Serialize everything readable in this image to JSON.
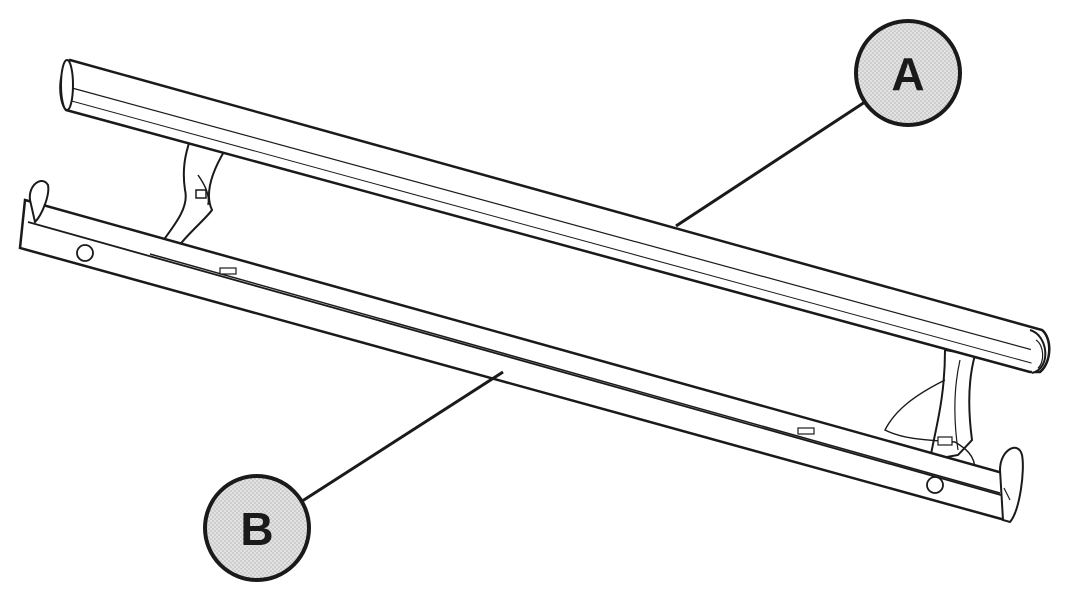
{
  "diagram": {
    "callouts": [
      {
        "id": "A",
        "label": "A"
      },
      {
        "id": "B",
        "label": "B"
      }
    ]
  },
  "colors": {
    "line": "#1a1a1a",
    "callout_fill": "#d9d9d9",
    "part_fill": "#ffffff",
    "shade": "#bdbdbd"
  }
}
